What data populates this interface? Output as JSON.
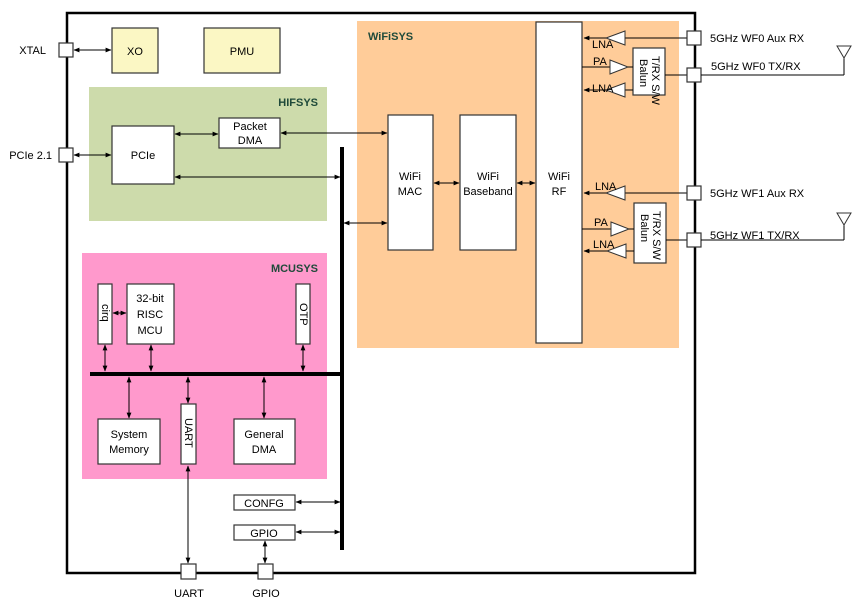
{
  "colors": {
    "hifsys_bg": "#cddbab",
    "wifisys_bg": "#ffcc99",
    "mcusys_bg": "#ff99cc",
    "yellow_block": "#fbf7c4",
    "subsystem_label": "#1f4a3a"
  },
  "pins": {
    "xtal": "XTAL",
    "pcie": "PCIe 2.1",
    "uart": "UART",
    "gpio": "GPIO",
    "wf0_aux": "5GHz WF0 Aux RX",
    "wf0_trx": "5GHz WF0 TX/RX",
    "wf1_aux": "5GHz WF1 Aux RX",
    "wf1_trx": "5GHz WF1 TX/RX"
  },
  "blocks": {
    "xo": "XO",
    "pmu": "PMU",
    "pcie": "PCIe",
    "packet_dma_1": "Packet",
    "packet_dma_2": "DMA",
    "wifi_mac_1": "WiFi",
    "wifi_mac_2": "MAC",
    "wifi_bb_1": "WiFi",
    "wifi_bb_2": "Baseband",
    "wifi_rf_1": "WiFi",
    "wifi_rf_2": "RF",
    "cirq": "cirq",
    "mcu_1": "32-bit",
    "mcu_2": "RISC",
    "mcu_3": "MCU",
    "otp": "OTP",
    "sysmem_1": "System",
    "sysmem_2": "Memory",
    "uart": "UART",
    "gdma_1": "General",
    "gdma_2": "DMA",
    "confg": "CONFG",
    "gpio": "GPIO",
    "switch_1": "T/RX S/W",
    "switch_2": "Balun"
  },
  "subsystems": {
    "hifsys": "HIFSYS",
    "wifisys": "WiFiSYS",
    "mcusys": "MCUSYS"
  },
  "amps": {
    "lna": "LNA",
    "pa": "PA"
  }
}
